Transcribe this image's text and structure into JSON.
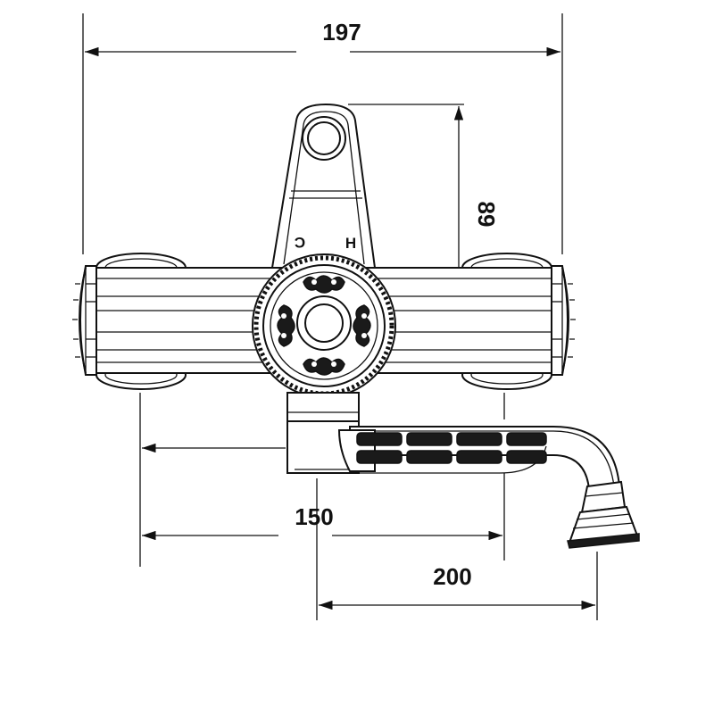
{
  "dimensions": {
    "overall_width": "197",
    "outlet_height": "89",
    "wall_to_spout": "150",
    "spout_reach": "200"
  },
  "valve_labels": {
    "cold": "C",
    "hot": "H"
  }
}
